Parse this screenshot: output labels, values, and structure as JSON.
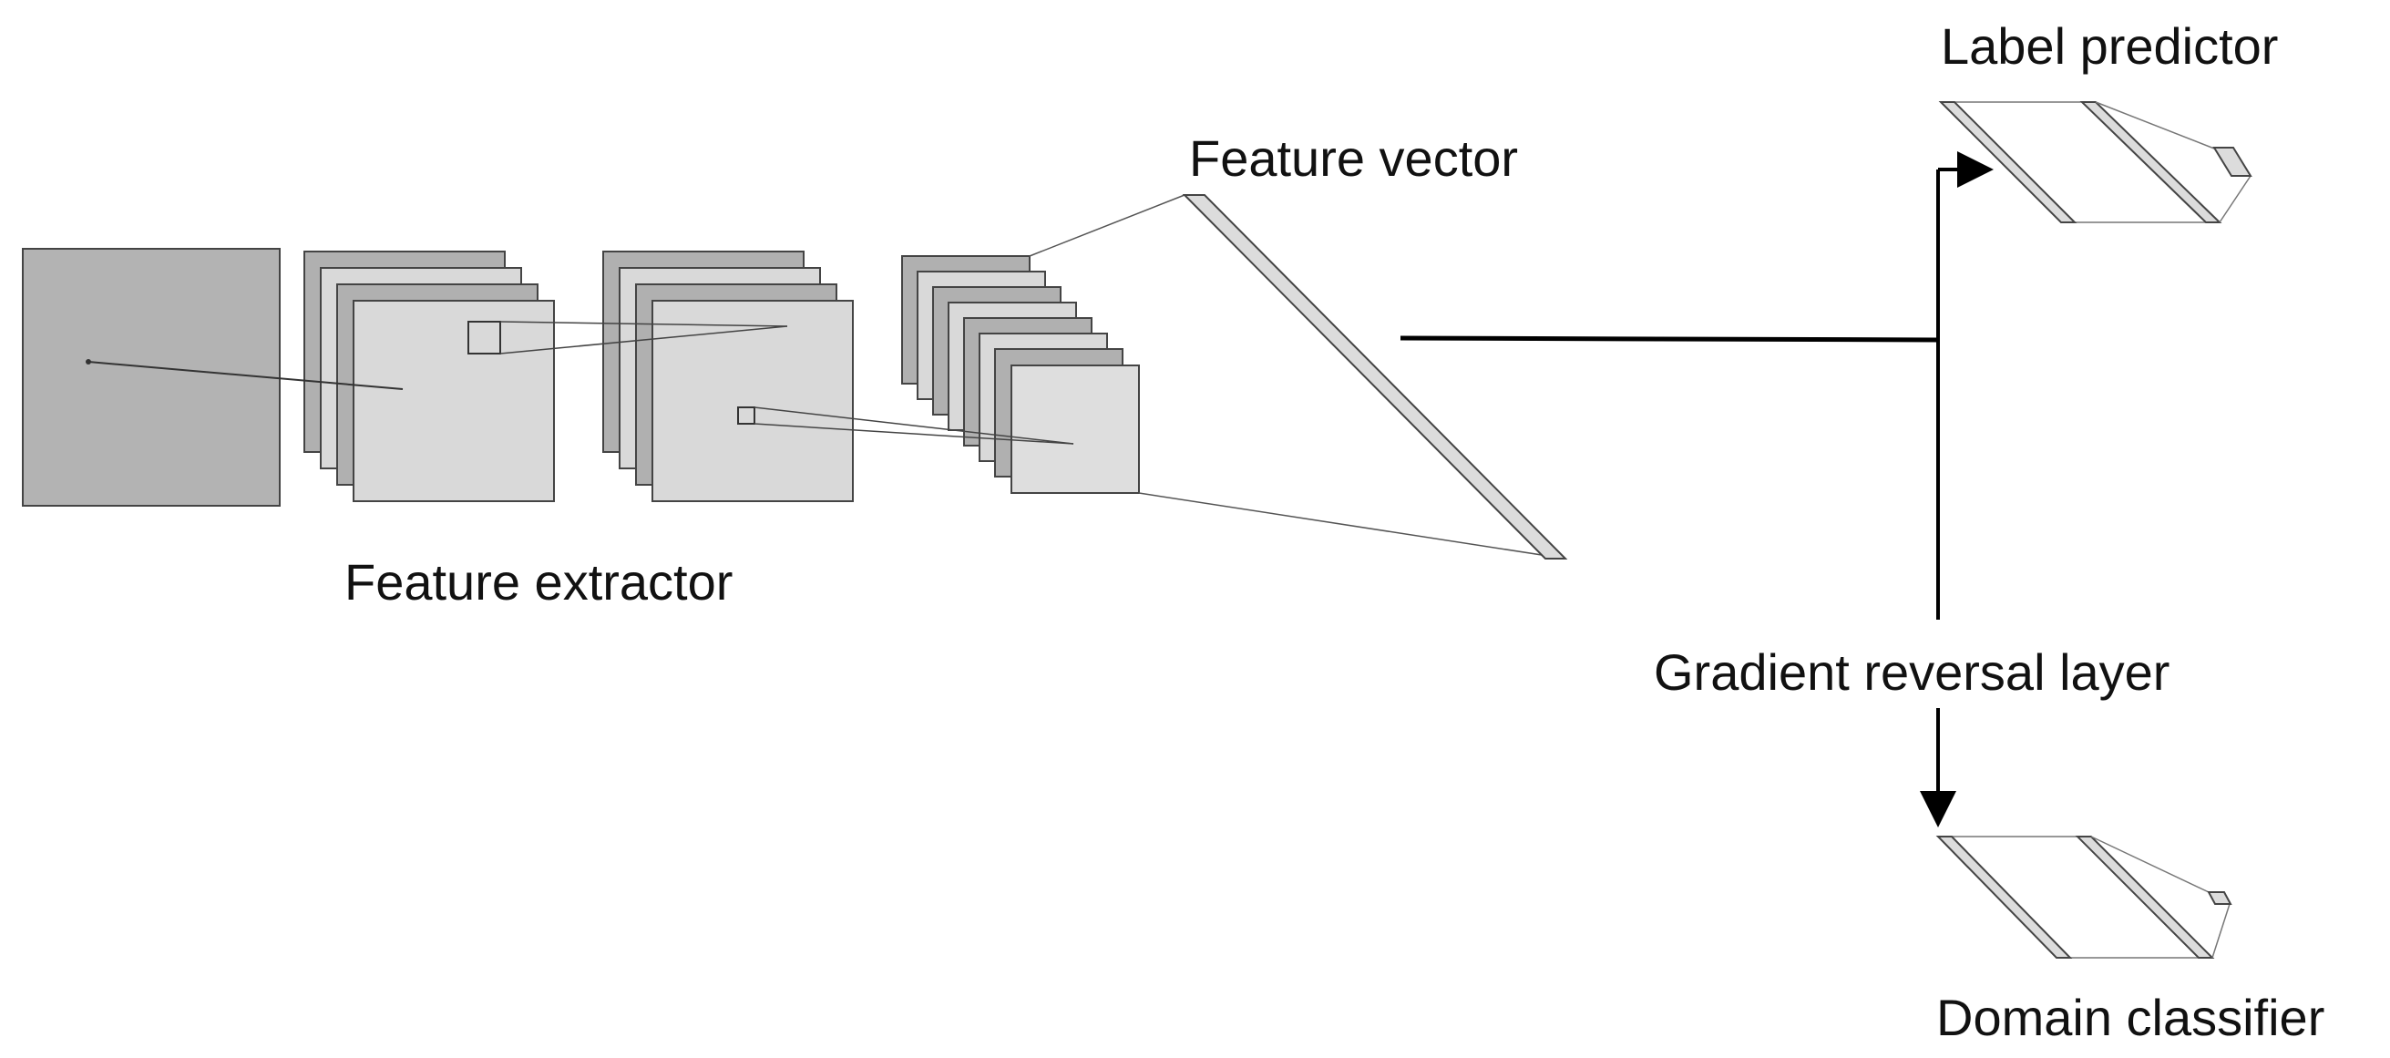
{
  "labels": {
    "feature_extractor": "Feature extractor",
    "feature_vector": "Feature vector",
    "label_predictor": "Label predictor",
    "gradient_reversal": "Gradient reversal layer",
    "domain_classifier": "Domain classifier"
  },
  "colors": {
    "input_fill": "#b3b3b3",
    "dark_map": "#b0b0b0",
    "mid_map": "#c8c8c8",
    "light_map": "#d9d9d9",
    "front_map": "#e4e4e4",
    "stroke": "#444444",
    "arrow": "#000000",
    "thin_line": "#555555"
  }
}
